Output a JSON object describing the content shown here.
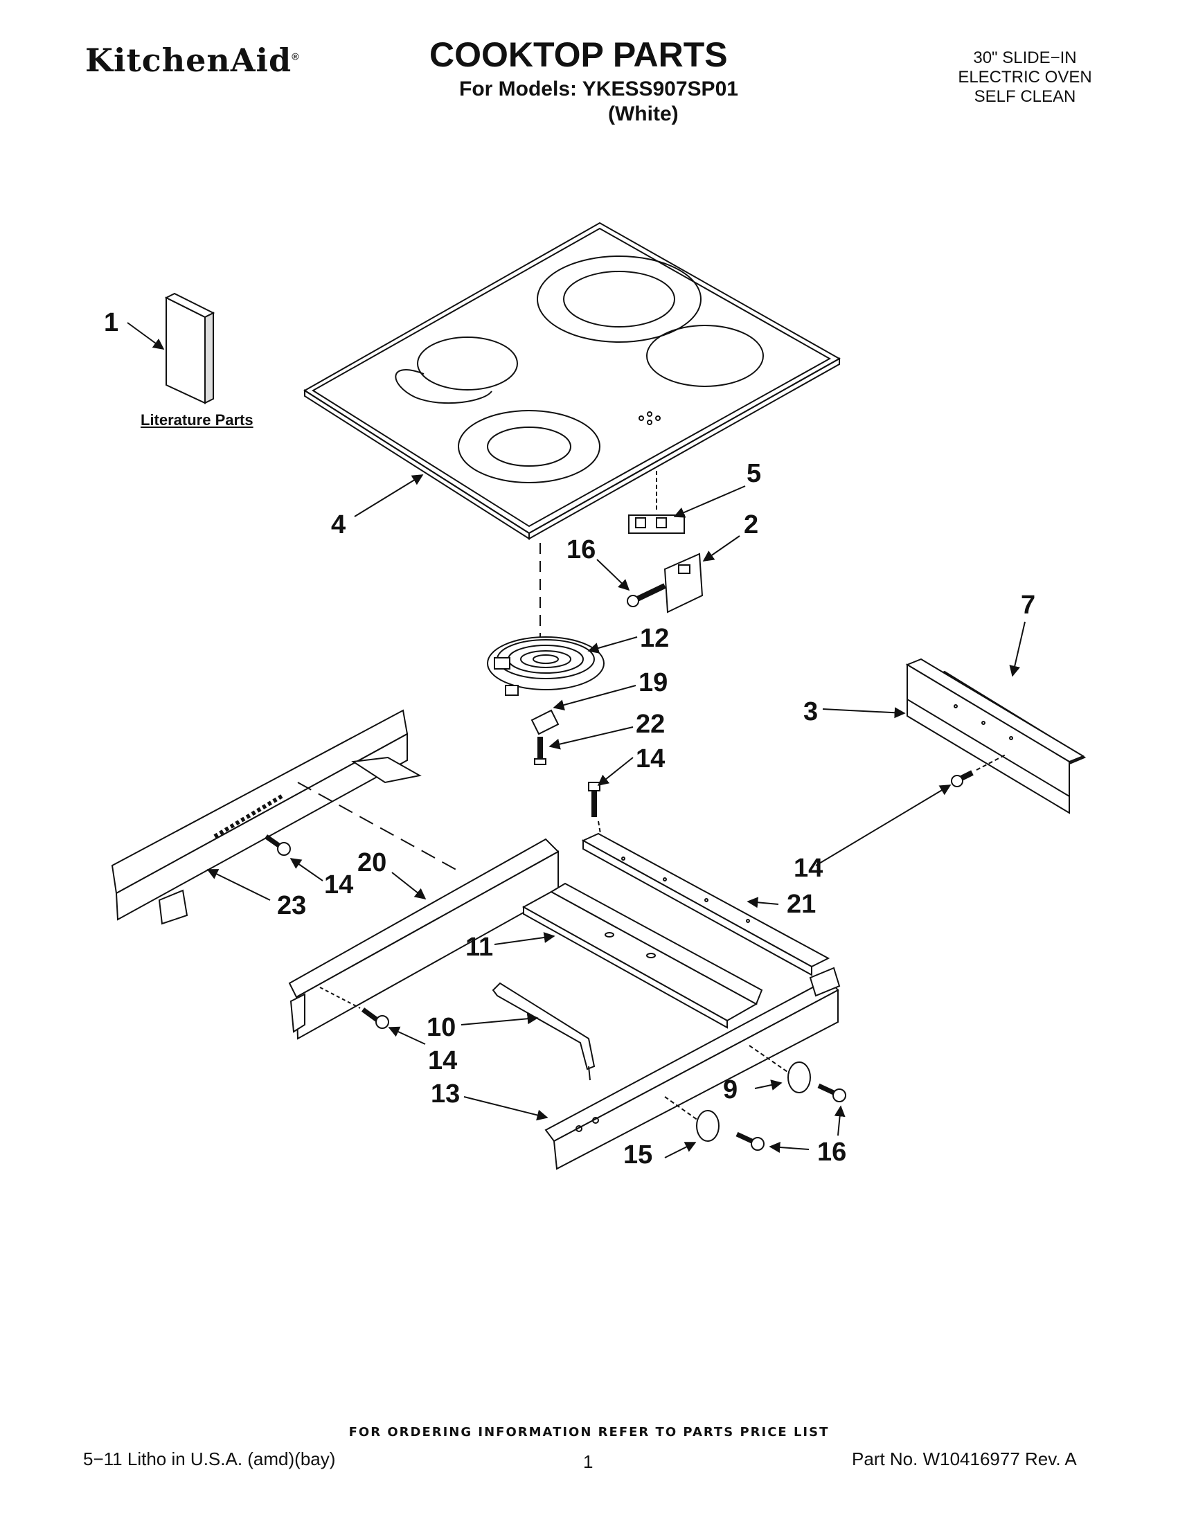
{
  "header": {
    "brand": "KitchenAid",
    "brand_mark": "®",
    "title": "COOKTOP PARTS",
    "models_line": "For Models: YKESS907SP01",
    "variant": "(White)",
    "oven_info": [
      "30\" SLIDE−IN",
      "ELECTRIC OVEN",
      "SELF CLEAN"
    ]
  },
  "literature_label": "Literature Parts",
  "callouts": {
    "c1": "1",
    "c4": "4",
    "c5": "5",
    "c2": "2",
    "c16a": "16",
    "c12": "12",
    "c19": "19",
    "c22": "22",
    "c14a": "14",
    "c7": "7",
    "c3": "3",
    "c14b": "14",
    "c21": "21",
    "c20": "20",
    "c14c": "14",
    "c23": "23",
    "c11": "11",
    "c10": "10",
    "c14d": "14",
    "c13": "13",
    "c9": "9",
    "c15": "15",
    "c16b": "16"
  },
  "footer": {
    "order_info": "FOR ORDERING INFORMATION REFER TO PARTS PRICE LIST",
    "litho": "5−11 Litho in U.S.A. (amd)(bay)",
    "page": "1",
    "part_no": "Part No. W10416977 Rev. A"
  }
}
